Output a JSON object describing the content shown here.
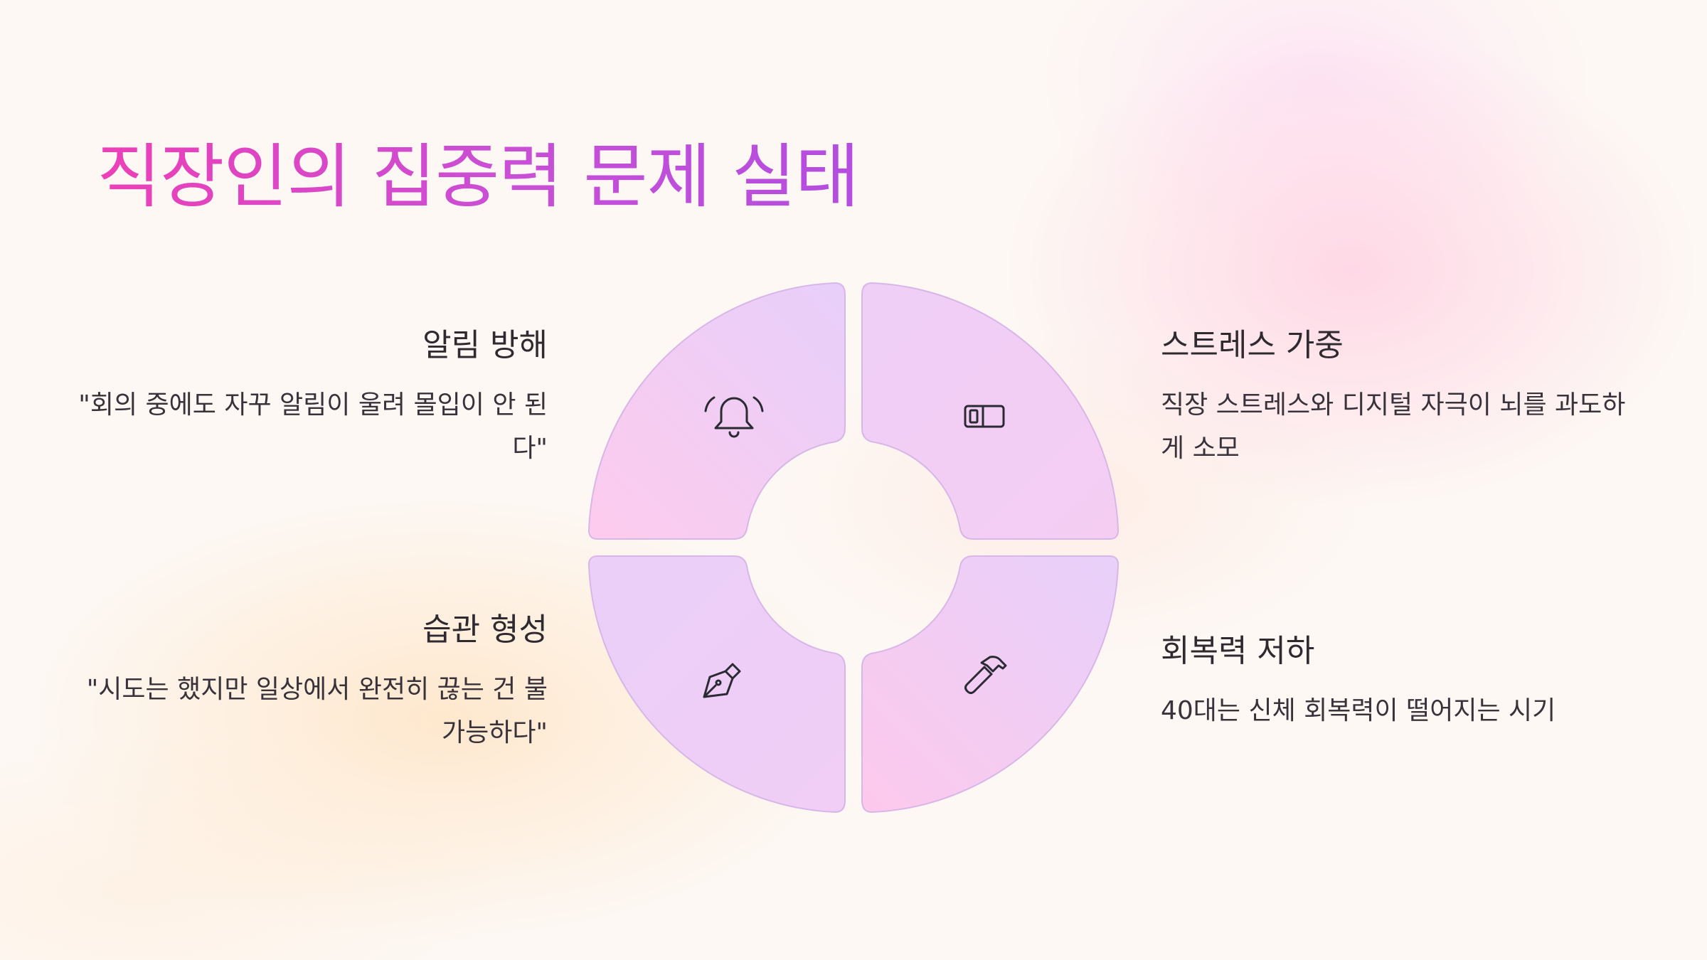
{
  "page": {
    "title": "직장인의 집중력 문제 실태"
  },
  "colors": {
    "title_gradient_start": "#ec3fb7",
    "title_gradient_end": "#b34de0",
    "segment_pink": "#fccdee",
    "segment_lavender": "#e8cff8",
    "segment_stroke": "#d8b6e8",
    "text": "#2e2a30"
  },
  "items": [
    {
      "id": "notifications",
      "title": "알림 방해",
      "description": "\"회의 중에도 자꾸 알림이 울려 몰입이 안 된다\"",
      "icon": "bell-icon",
      "position": "top-left"
    },
    {
      "id": "stress",
      "title": "스트레스 가중",
      "description": "직장 스트레스와 디지털 자극이 뇌를 과도하게 소모",
      "icon": "battery-low-icon",
      "position": "top-right"
    },
    {
      "id": "habits",
      "title": "습관 형성",
      "description": "\"시도는 했지만 일상에서 완전히 끊는 건 불가능하다\"",
      "icon": "pen-nib-icon",
      "position": "bottom-left"
    },
    {
      "id": "resilience",
      "title": "회복력 저하",
      "description": "40대는 신체 회복력이 떨어지는 시기",
      "icon": "hammer-icon",
      "position": "bottom-right"
    }
  ]
}
